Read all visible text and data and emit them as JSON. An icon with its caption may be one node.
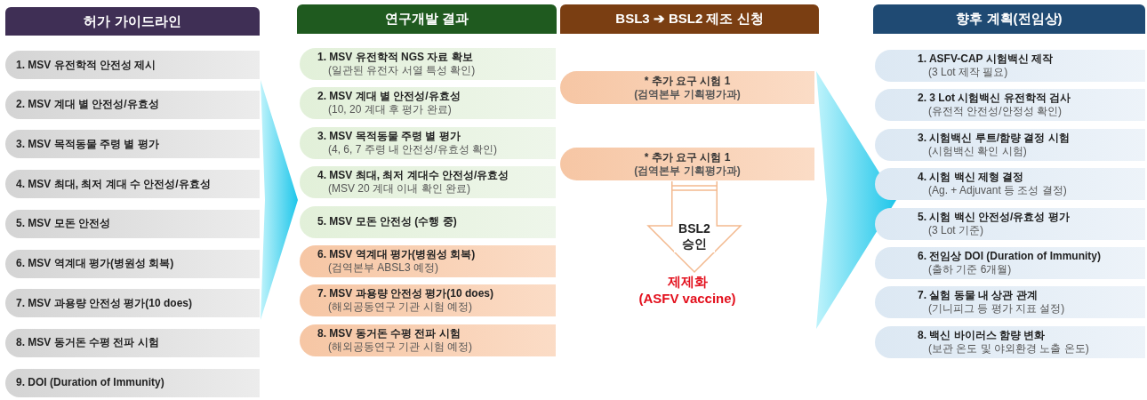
{
  "diagram": {
    "nodes": [
      {
        "text": [
          "허가 가이드라인"
        ]
      },
      {
        "text": [
          "연구개발 결과"
        ]
      },
      {
        "text": [
          "BSL3 ➔ BSL2 제조 신청"
        ]
      },
      {
        "text": [
          "향후 계획(전임상)"
        ]
      },
      {
        "text": [
          "1. MSV 유전학적 안전성 제시"
        ]
      },
      {
        "text": [
          "2. MSV 계대 별  안전성/유효성"
        ]
      },
      {
        "text": [
          "3. MSV 목적동물 주령 별 평가"
        ]
      },
      {
        "text": [
          "4. MSV 최대, 최저 계대 수 안전성/유효성"
        ]
      },
      {
        "text": [
          "5. MSV 모돈 안전성"
        ]
      },
      {
        "text": [
          "6. MSV 역계대 평가(병원성 회복)"
        ]
      },
      {
        "text": [
          "7. MSV 과용량 안전성 평가(10 does)"
        ]
      },
      {
        "text": [
          "8. MSV 동거돈 수평 전파 시험"
        ]
      },
      {
        "text": [
          "9. DOI (Duration of Immunity)"
        ]
      },
      {
        "text": [
          "1. MSV 유전학적 NGS 자료 확보",
          "(일관된 유전자 서열 특성 확인)"
        ]
      },
      {
        "text": [
          "2. MSV 계대 별  안전성/유효성",
          "(10, 20 계대 후 평가 완료)"
        ]
      },
      {
        "text": [
          "3. MSV 목적동물 주령 별 평가",
          "(4, 6, 7 주령 내 안전성/유효성 확인)"
        ]
      },
      {
        "text": [
          "4. MSV 최대, 최저 계대수 안전성/유효성",
          "(MSV 20 계대 이내 확인 완료)"
        ]
      },
      {
        "text": [
          "5. MSV 모돈 안전성 (수행 중)"
        ]
      },
      {
        "text": [
          "6. MSV 역계대 평가(병원성 회복)",
          "(검역본부 ABSL3 예정)"
        ]
      },
      {
        "text": [
          "7. MSV 과용량 안전성 평가(10 does)",
          "(해외공동연구 기관 시험 예정)"
        ]
      },
      {
        "text": [
          "8. MSV 동거돈 수평 전파 시험",
          "(해외공동연구 기관 시험 예정)"
        ]
      },
      {
        "text": [
          "* 추가 요구 시험 1",
          "(검역본부 기획평가과)"
        ]
      },
      {
        "text": [
          "* 추가 요구 시험 1",
          "(검역본부 기획평가과)"
        ]
      },
      {
        "text": [
          "제제화",
          "(ASFV vaccine)"
        ]
      },
      {
        "text": [
          "1. ASFV-CAP 시험백신 제작",
          "(3 Lot 제작 필요)"
        ]
      },
      {
        "text": [
          "2. 3 Lot 시험백신 유전학적 검사",
          "(유전적 안전성/안정성 확인)"
        ]
      },
      {
        "text": [
          "3. 시험백신 루트/함량 결정 시험",
          "(시험백신 확인 시험)"
        ]
      },
      {
        "text": [
          "4. 시험 백신 제형 결정",
          "(Ag. + Adjuvant 등 조성 결정)"
        ]
      },
      {
        "text": [
          "5. 시험 백신 안전성/유효성 평가",
          "(3 Lot 기준)"
        ]
      },
      {
        "text": [
          "6. 전임상 DOI (Duration of Immunity)",
          "(출하 기준 6개월)"
        ]
      },
      {
        "text": [
          "7. 실험 동물 내 상관 관계",
          "(기니피그 등 평가 지표 설정)"
        ]
      },
      {
        "text": [
          "8. 백신 바이러스 함량 변화",
          "(보관 온도 및 야외환경 노출 온도)"
        ]
      }
    ],
    "edges": [
      {
        "from": 22,
        "to": 23,
        "arrow": "to",
        "label": "BSL2 승인"
      }
    ]
  }
}
